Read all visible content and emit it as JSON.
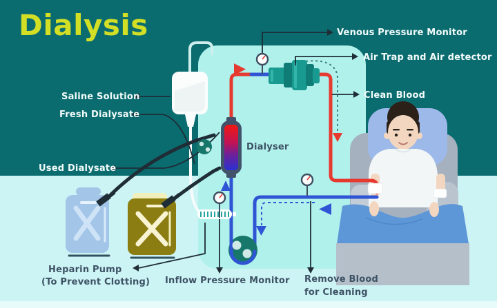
{
  "title": "Dialysis",
  "labels": {
    "saline_solution": "Saline Solution",
    "fresh_dialysate": "Fresh Dialysate",
    "used_dialysate": "Used Dialysate",
    "venous_pressure_monitor": "Venous Pressure Monitor",
    "air_trap": "Air Trap and Air detector",
    "clean_blood": "Clean Blood",
    "dialyser": "Dialyser",
    "heparin_pump_line1": "Heparin Pump",
    "heparin_pump_line2": "(To Prevent Clotting)",
    "inflow_pressure_monitor": "Inflow Pressure Monitor",
    "remove_blood_line1": "Remove Blood",
    "remove_blood_line2": "for Cleaning"
  },
  "colors": {
    "background_teal": "#0b6c70",
    "floor_cyan": "#cdf4f5",
    "floor_strip": "#e7fbfa",
    "machine_panel": "#b0f1ec",
    "title_yellow": "#d2df25",
    "label_light": "#f2fbfa",
    "label_dark": "#3d5264",
    "blood_red": "#e63a30",
    "blood_blue": "#2f55d4",
    "device_teal": "#189a90"
  }
}
